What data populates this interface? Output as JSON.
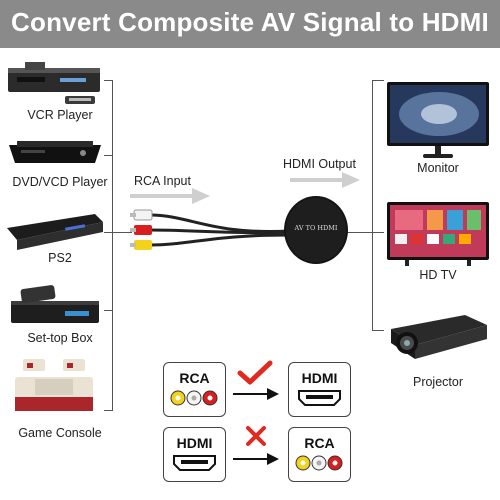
{
  "banner": {
    "title": "Convert Composite AV Signal to HDMI"
  },
  "sources": [
    {
      "label": "VCR Player",
      "icon": "vcr-icon"
    },
    {
      "label": "DVD/VCD Player",
      "icon": "dvd-player-icon"
    },
    {
      "label": "PS2",
      "icon": "ps2-console-icon"
    },
    {
      "label": "Set-top Box",
      "icon": "set-top-box-icon"
    },
    {
      "label": "Game Console",
      "icon": "game-console-icon"
    }
  ],
  "outputs": [
    {
      "label": "Monitor",
      "icon": "monitor-icon"
    },
    {
      "label": "HD TV",
      "icon": "hdtv-icon"
    },
    {
      "label": "Projector",
      "icon": "projector-icon"
    }
  ],
  "cable": {
    "label": "RCA Input",
    "icon": "rca-cable-icon"
  },
  "converter": {
    "label": "AV TO HDMI",
    "icon": "converter-puck-icon"
  },
  "output_link": {
    "label": "HDMI Output"
  },
  "direction": {
    "supported": {
      "from": "RCA",
      "to": "HDMI",
      "mark": "checkmark-icon",
      "color": "#e02a20"
    },
    "unsupported": {
      "from": "HDMI",
      "to": "RCA",
      "mark": "x-mark-icon",
      "color": "#e02a20"
    }
  },
  "colors": {
    "banner": "#8a8a8a",
    "accent": "#e02a20",
    "rca_yellow": "#f2d21b",
    "rca_white": "#f4f4f4",
    "rca_red": "#d81e1e"
  }
}
